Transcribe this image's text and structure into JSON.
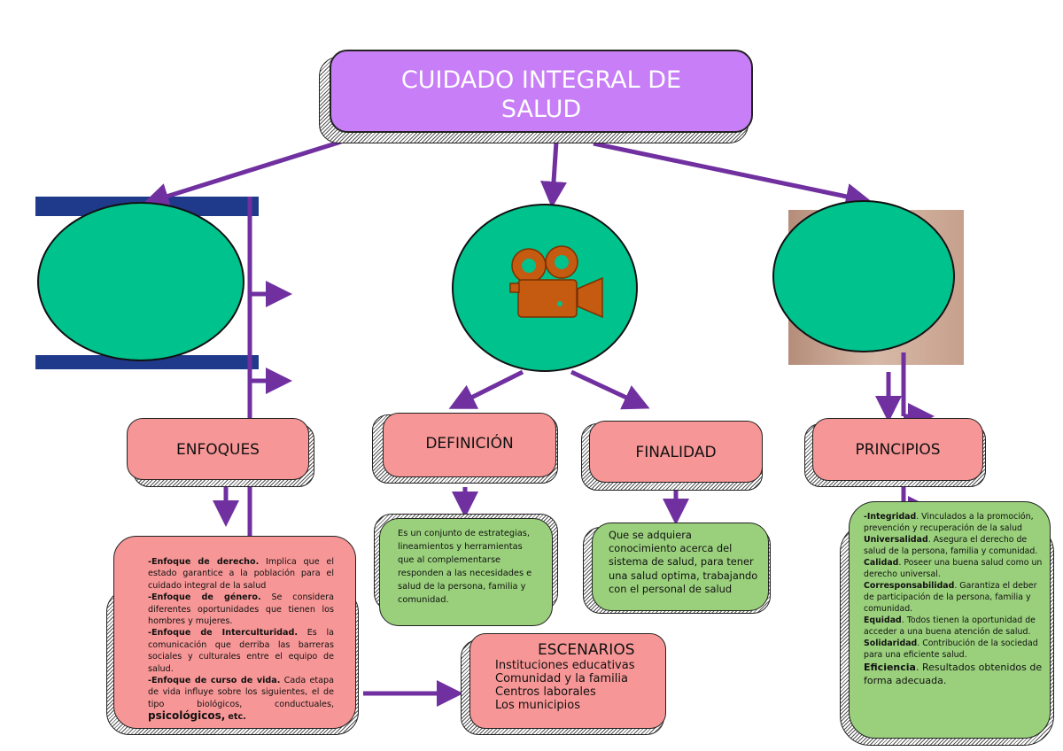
{
  "title": {
    "line1": "CUIDADO INTEGRAL DE",
    "line2": "SALUD"
  },
  "enfoques": {
    "label": "ENFOQUES",
    "items": [
      {
        "head": "-Enfoque de derecho.",
        "text": " Implica que el estado garantice a la población para el cuidado integral de la salud"
      },
      {
        "head": "-Enfoque de género.",
        "text": " Se considera diferentes oportunidades que tienen los hombres y mujeres."
      },
      {
        "head": "-Enfoque de Interculturidad.",
        "text": " Es la comunicación que derriba las barreras sociales y culturales entre el equipo de salud."
      },
      {
        "head": "-Enfoque de curso de vida.",
        "text": " Cada etapa de vida influye sobre los siguientes, el de tipo biológicos, conductuales, "
      }
    ],
    "tail_big": "psicológicos,",
    "tail_end": "etc."
  },
  "definicion": {
    "label": "DEFINICIÓN",
    "text": "Es un conjunto de estrategias, lineamientos y herramientas que al complementarse responden a las necesidades e salud de la persona, familia y comunidad."
  },
  "finalidad": {
    "label": "FINALIDAD",
    "text": "Que se adquiera conocimiento acerca del sistema de salud, para tener una salud optima, trabajando con el personal de salud"
  },
  "principios": {
    "label": "PRINCIPIOS",
    "items": [
      {
        "head": "-Integridad",
        "text": ". Vinculados a la promoción, prevención y recuperación de la salud"
      },
      {
        "head": "Universalidad",
        "text": ". Asegura el derecho de salud de la persona, familia y comunidad."
      },
      {
        "head": "Calidad",
        "text": ". Poseer una buena salud como un derecho universal."
      },
      {
        "head": "Corresponsabilidad",
        "text": ". Garantiza el deber de participación de la persona, familia y comunidad."
      },
      {
        "head": "Equidad",
        "text": ". Todos tienen la oportunidad de acceder a una buena atención de salud."
      },
      {
        "head": "Solidaridad",
        "text": ". Contribución de la sociedad para una eficiente salud."
      },
      {
        "head": "Eficiencia",
        "text": ". Resultados obtenidos de forma adecuada."
      }
    ]
  },
  "escenarios": {
    "label": "ESCENARIOS",
    "items": [
      "Instituciones educativas",
      "Comunidad y la familia",
      "Centros laborales",
      "Los municipios"
    ]
  },
  "icons": {
    "center": "movie-camera-icon"
  },
  "colors": {
    "title": "#c77ef7",
    "pink": "#f79696",
    "green": "#9ad07c",
    "circle": "#00c28c",
    "arrow": "#7030a0",
    "camera": "#c55a11"
  }
}
